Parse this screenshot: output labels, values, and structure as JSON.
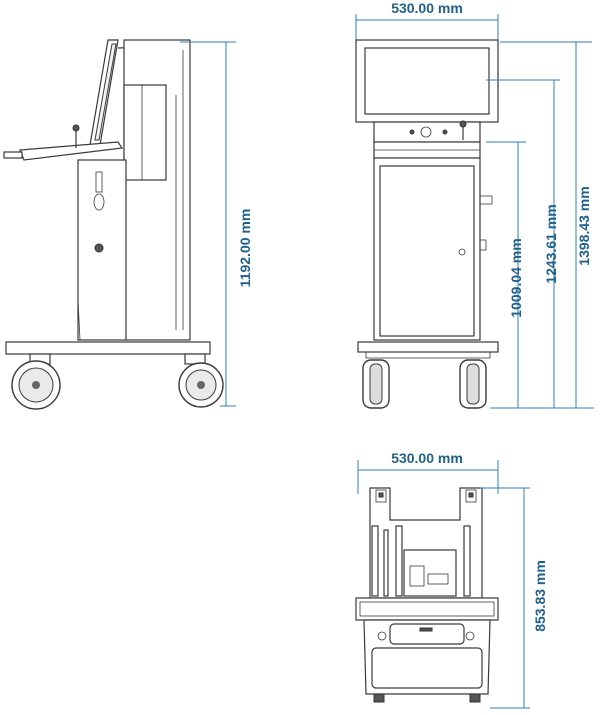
{
  "dimensions": {
    "top_width": "530.00 mm",
    "side_height": "1192.00 mm",
    "front_cabinet_height": "1009.04 mm",
    "front_panel_height": "1243.61 mm",
    "front_total_height": "1398.43 mm",
    "bottom_width": "530.00 mm",
    "bottom_depth": "853.83 mm"
  },
  "colors": {
    "dimension": "#2f7fb3",
    "outline": "#3a3a3a"
  }
}
